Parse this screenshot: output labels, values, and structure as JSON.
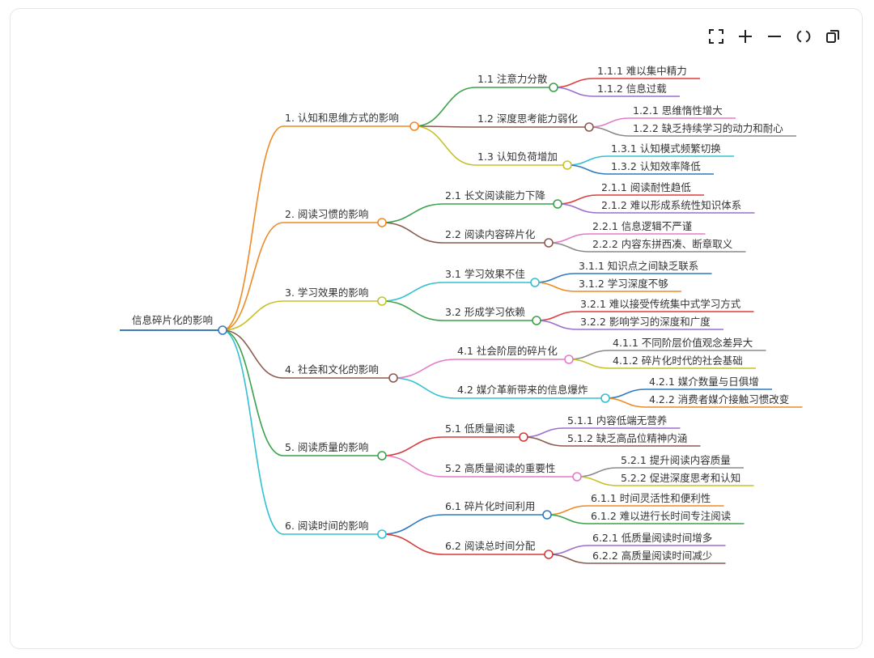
{
  "colors": {
    "root_line": "#3d7ab8",
    "root_node": "#3d7ab8",
    "level1": [
      "#f08a24",
      "#f08a24",
      "#c5c22a",
      "#8a5a4e",
      "#3aa24a",
      "#33c0d0"
    ],
    "level2": [
      [
        "#3aa24a",
        "#8a5a4e",
        "#c5c22a"
      ],
      [
        "#3aa24a",
        "#8a5a4e"
      ],
      [
        "#33c0d0",
        "#3aa24a"
      ],
      [
        "#e57ac8",
        "#33c0d0"
      ],
      [
        "#d63a3a",
        "#e57ac8"
      ],
      [
        "#2f7bbf",
        "#d63a3a"
      ]
    ],
    "level3": [
      [
        [
          "#e03d3d",
          "#9b6fd0"
        ],
        [
          "#e57ac8",
          "#8a8a8a"
        ],
        [
          "#33c0d0",
          "#2f7bbf"
        ]
      ],
      [
        [
          "#e03d3d",
          "#9b6fd0"
        ],
        [
          "#e57ac8",
          "#8a8a8a"
        ]
      ],
      [
        [
          "#2f7bbf",
          "#f08a24"
        ],
        [
          "#e03d3d",
          "#9b6fd0"
        ]
      ],
      [
        [
          "#8a8a8a",
          "#c5c22a"
        ],
        [
          "#2f7bbf",
          "#f08a24"
        ]
      ],
      [
        [
          "#9b6fd0",
          "#8a5a4e"
        ],
        [
          "#8a8a8a",
          "#c5c22a"
        ]
      ],
      [
        [
          "#f08a24",
          "#3aa24a"
        ],
        [
          "#9b6fd0",
          "#8a5a4e"
        ]
      ]
    ]
  },
  "toolbar": {
    "fullscreen_icon": "fullscreen-icon",
    "zoom_in_icon": "plus-icon",
    "zoom_out_icon": "minus-icon",
    "reset_icon": "reset-icon",
    "copy_icon": "copy-icon"
  },
  "mindmap": {
    "root": "信息碎片化的影响",
    "branches": [
      {
        "label": "1. 认知和思维方式的影响",
        "children": [
          {
            "label": "1.1 注意力分散",
            "children": [
              "1.1.1 难以集中精力",
              "1.1.2 信息过载"
            ]
          },
          {
            "label": "1.2 深度思考能力弱化",
            "children": [
              "1.2.1 思维惰性增大",
              "1.2.2 缺乏持续学习的动力和耐心"
            ]
          },
          {
            "label": "1.3 认知负荷增加",
            "children": [
              "1.3.1 认知模式频繁切换",
              "1.3.2 认知效率降低"
            ]
          }
        ]
      },
      {
        "label": "2. 阅读习惯的影响",
        "children": [
          {
            "label": "2.1 长文阅读能力下降",
            "children": [
              "2.1.1 阅读耐性趋低",
              "2.1.2 难以形成系统性知识体系"
            ]
          },
          {
            "label": "2.2 阅读内容碎片化",
            "children": [
              "2.2.1 信息逻辑不严谨",
              "2.2.2 内容东拼西凑、断章取义"
            ]
          }
        ]
      },
      {
        "label": "3. 学习效果的影响",
        "children": [
          {
            "label": "3.1 学习效果不佳",
            "children": [
              "3.1.1 知识点之间缺乏联系",
              "3.1.2 学习深度不够"
            ]
          },
          {
            "label": "3.2 形成学习依赖",
            "children": [
              "3.2.1 难以接受传统集中式学习方式",
              "3.2.2 影响学习的深度和广度"
            ]
          }
        ]
      },
      {
        "label": "4. 社会和文化的影响",
        "children": [
          {
            "label": "4.1 社会阶层的碎片化",
            "children": [
              "4.1.1 不同阶层价值观念差异大",
              "4.1.2 碎片化时代的社会基础"
            ]
          },
          {
            "label": "4.2 媒介革新带来的信息爆炸",
            "children": [
              "4.2.1 媒介数量与日俱增",
              "4.2.2 消费者媒介接触习惯改变"
            ]
          }
        ]
      },
      {
        "label": "5. 阅读质量的影响",
        "children": [
          {
            "label": "5.1 低质量阅读",
            "children": [
              "5.1.1 内容低端无营养",
              "5.1.2 缺乏高品位精神内涵"
            ]
          },
          {
            "label": "5.2 高质量阅读的重要性",
            "children": [
              "5.2.1 提升阅读内容质量",
              "5.2.2 促进深度思考和认知"
            ]
          }
        ]
      },
      {
        "label": "6. 阅读时间的影响",
        "children": [
          {
            "label": "6.1 碎片化时间利用",
            "children": [
              "6.1.1 时间灵活性和便利性",
              "6.1.2 难以进行长时间专注阅读"
            ]
          },
          {
            "label": "6.2 阅读总时间分配",
            "children": [
              "6.2.1 低质量阅读时间增多",
              "6.2.2 高质量阅读时间减少"
            ]
          }
        ]
      }
    ]
  }
}
